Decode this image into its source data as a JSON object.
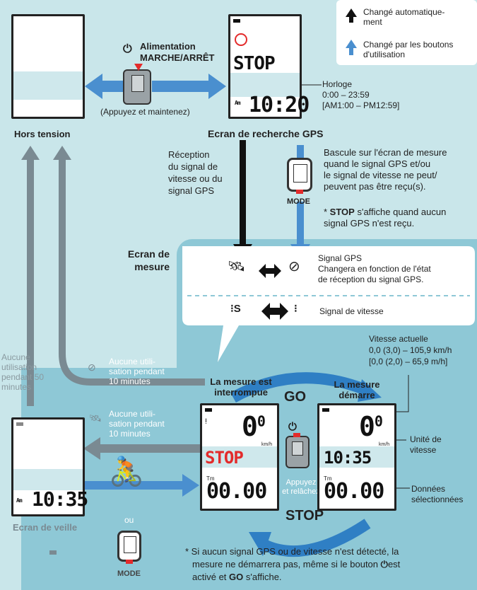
{
  "legend": {
    "auto": "Changé automatique-\nment",
    "buttons": "Changé par les boutons\nd'utilisation"
  },
  "power": {
    "label1": "Alimentation",
    "label2": "MARCHE/ARRÊT",
    "hold": "(Appuyez et maintenez)"
  },
  "off_screen": {
    "label": "Hors tension"
  },
  "gps_search": {
    "title": "Ecran de recherche GPS",
    "stop_text": "STOP",
    "clock_text": "10:20",
    "am": "Am"
  },
  "clock": {
    "title": "Horloge",
    "range": "0:00 – 23:59",
    "range12": "[AM1:00 – PM12:59]"
  },
  "reception": {
    "text": "Réception\ndu signal de\nvitesse ou du\nsignal GPS"
  },
  "mode_button_top": {
    "label": "MODE"
  },
  "switch_note": {
    "text": "Bascule sur l'écran de mesure\nquand le signal GPS et/ou\nle signal de vitesse ne peut/\npeuvent pas être reçu(s).",
    "star": "* ",
    "stop": "STOP",
    "rest": " s'affiche quand aucun\nsignal GPS n'est reçu."
  },
  "measure_screen": {
    "label": "Ecran de\nmesure"
  },
  "gps_signal": {
    "title": "Signal GPS",
    "desc": "Changera en fonction de l'état\nde réception du signal GPS."
  },
  "speed_signal": {
    "label": "Signal de vitesse",
    "icon_s": "S"
  },
  "no_use_50": "Aucune\nutilisation\npendant 50\nminutes",
  "no_use_10a": "Aucune utili-\nsation pendant\n10 minutes",
  "no_use_10b": "Aucune utili-\nsation pendant\n10 minutes",
  "paused": {
    "label": "La mesure est\ninterrompue",
    "stop": "STOP",
    "speed": "0",
    "dec": "0",
    "tm": "Tm",
    "data": "00.00"
  },
  "started": {
    "label": "La mesure\ndémarre",
    "speed": "0",
    "dec": "0",
    "time": "10:35",
    "tm": "Tm",
    "data": "00.00"
  },
  "go": "GO",
  "stop_arrow": "STOP",
  "press_release": "Appuyez\net relâchez",
  "current_speed": {
    "title": "Vitesse actuelle",
    "kmh": "0,0 (3,0) – 105,9 km/h",
    "mph": "[0,0 (2,0) – 65,9 m/h]"
  },
  "speed_unit": "Unité de\nvitesse",
  "kmh": "km/h",
  "selected_data": "Données\nsélectionnées",
  "sleep": {
    "label": "Ecran de veille",
    "time": "10:35",
    "am": "Am"
  },
  "ou": "ou",
  "mode_button_bottom": {
    "label": "MODE"
  },
  "footnote": {
    "text1": "* Si aucun signal GPS ou de vitesse n'est détecté, la",
    "text2": "mesure ne démarrera pas, même si le bouton",
    "text2b": "est",
    "text3a": "activé et ",
    "go": "GO",
    "text3b": " s'affiche."
  },
  "colors": {
    "bg": "#c9e6ea",
    "panel": "#8ec8d6",
    "arrow_blue": "#4a8fcf",
    "arrow_grey": "#7a8a92",
    "red": "#e32b2b"
  }
}
